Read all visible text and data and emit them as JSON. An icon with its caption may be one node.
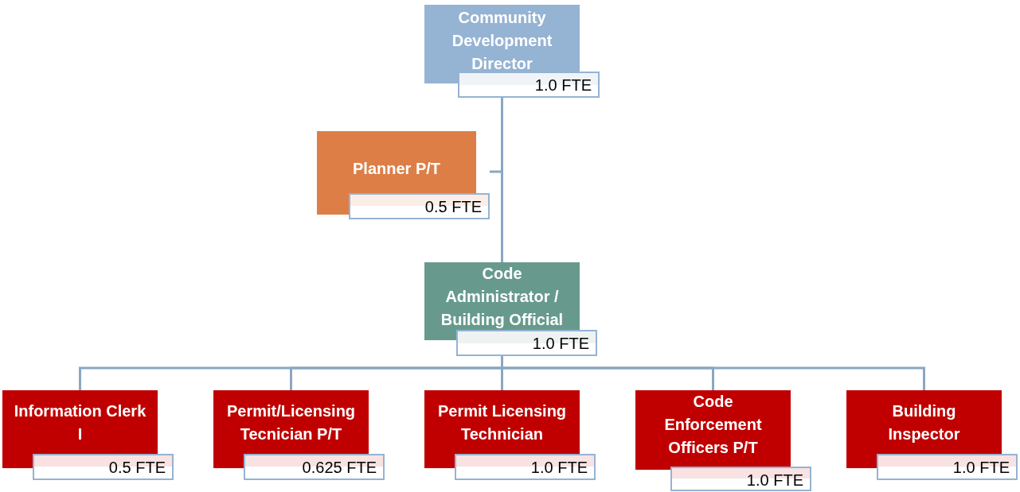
{
  "diagram": {
    "nodes": [
      {
        "text": [
          "Community Development Director",
          "1.0 FTE"
        ]
      },
      {
        "text": [
          "Planner P/T",
          "0.5 FTE"
        ]
      },
      {
        "text": [
          "Code Administrator / Building Official",
          "1.0 FTE"
        ]
      },
      {
        "text": [
          "Information Clerk I",
          "0.5 FTE"
        ]
      },
      {
        "text": [
          "Permit/Licensing Tecnician  P/T",
          "0.625 FTE"
        ]
      },
      {
        "text": [
          "Permit Licensing Technician",
          "1.0 FTE"
        ]
      },
      {
        "text": [
          "Code Enforcement Officers P/T",
          "1.0 FTE"
        ]
      },
      {
        "text": [
          "Building Inspector",
          "1.0 FTE"
        ]
      }
    ],
    "edges": [
      {
        "from": 0,
        "to": 1,
        "arrow": "none"
      },
      {
        "from": 0,
        "to": 2,
        "arrow": "none"
      },
      {
        "from": 2,
        "to": 3,
        "arrow": "none"
      },
      {
        "from": 2,
        "to": 4,
        "arrow": "none"
      },
      {
        "from": 2,
        "to": 5,
        "arrow": "none"
      },
      {
        "from": 2,
        "to": 6,
        "arrow": "none"
      },
      {
        "from": 2,
        "to": 7,
        "arrow": "none"
      }
    ]
  }
}
